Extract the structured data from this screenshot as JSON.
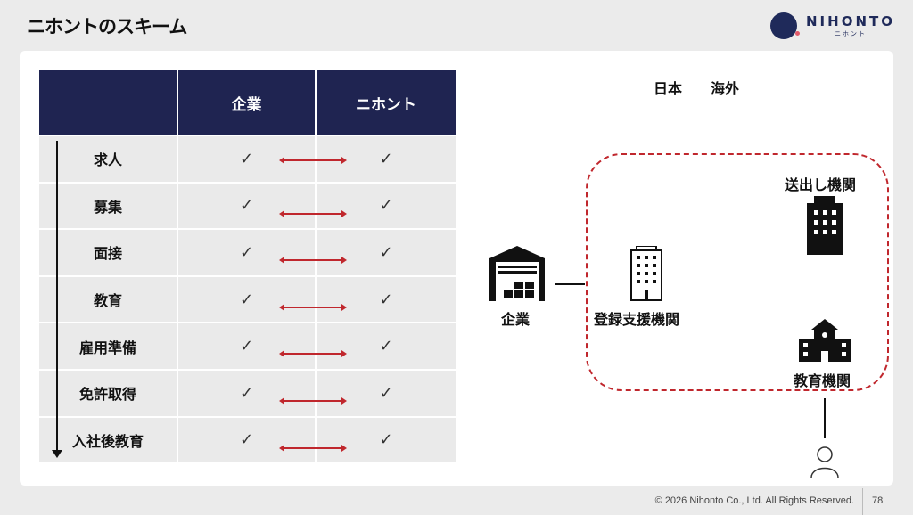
{
  "title": "ニホントのスキーム",
  "logo": {
    "en": "NIHONTO",
    "jp": "ニホント"
  },
  "table": {
    "headers": [
      "",
      "企業",
      "ニホント"
    ],
    "rows": [
      "求人",
      "募集",
      "面接",
      "教育",
      "雇用準備",
      "免許取得",
      "入社後教育"
    ],
    "check": "✓"
  },
  "diagram": {
    "japan": "日本",
    "overseas": "海外",
    "company": "企業",
    "support": "登録支援機関",
    "sending": "送出し機関",
    "education": "教育機関"
  },
  "footer": {
    "copyright": "© 2026 Nihonto Co., Ltd. All Rights Reserved.",
    "page": "78"
  }
}
